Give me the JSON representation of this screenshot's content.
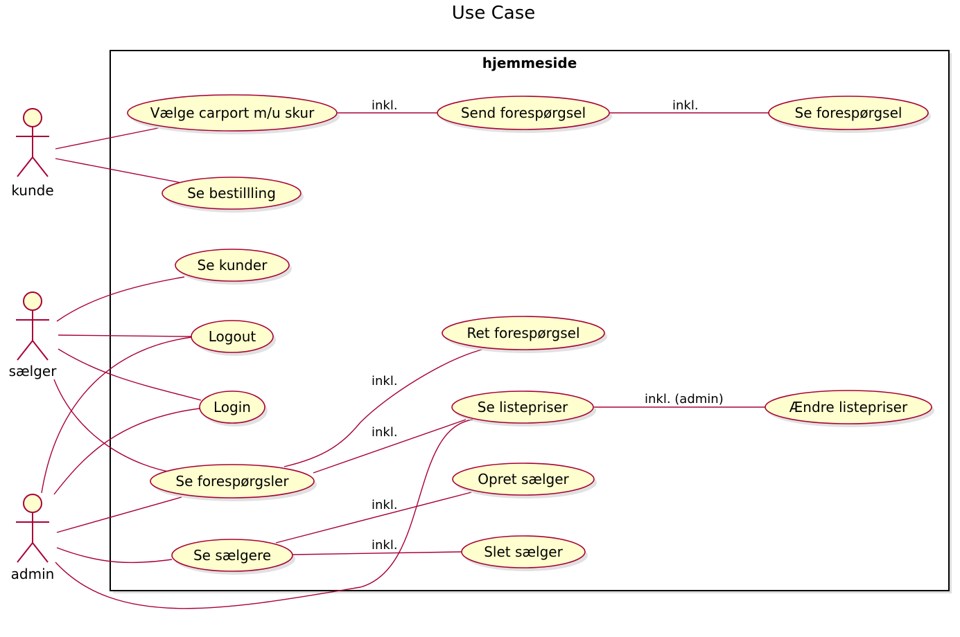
{
  "diagram": {
    "title": "Use Case",
    "system": {
      "title": "hjemmeside"
    },
    "colors": {
      "stroke": "#A80036",
      "fill": "#FEFECE",
      "border": "#000000",
      "background": "#FFFFFF"
    },
    "actors": [
      {
        "id": "kunde",
        "label": "kunde"
      },
      {
        "id": "saelger",
        "label": "sælger"
      },
      {
        "id": "admin",
        "label": "admin"
      }
    ],
    "usecases": [
      {
        "id": "vaelge",
        "label": "Vælge carport m/u skur"
      },
      {
        "id": "send",
        "label": "Send forespørgsel"
      },
      {
        "id": "seforesp",
        "label": "Se forespørgsel"
      },
      {
        "id": "bestilling",
        "label": "Se bestillling"
      },
      {
        "id": "kunder",
        "label": "Se kunder"
      },
      {
        "id": "logout",
        "label": "Logout"
      },
      {
        "id": "ret",
        "label": "Ret forespørgsel"
      },
      {
        "id": "login",
        "label": "Login"
      },
      {
        "id": "listepriser",
        "label": "Se listepriser"
      },
      {
        "id": "aendre",
        "label": "Ændre listepriser"
      },
      {
        "id": "seforesps",
        "label": "Se forespørgsler"
      },
      {
        "id": "opret",
        "label": "Opret sælger"
      },
      {
        "id": "saelgere",
        "label": "Se sælgere"
      },
      {
        "id": "slet",
        "label": "Slet sælger"
      }
    ],
    "relations": [
      {
        "from": "kunde",
        "to": "vaelge",
        "label": ""
      },
      {
        "from": "kunde",
        "to": "bestilling",
        "label": ""
      },
      {
        "from": "vaelge",
        "to": "send",
        "label": "inkl."
      },
      {
        "from": "send",
        "to": "seforesp",
        "label": "inkl."
      },
      {
        "from": "saelger",
        "to": "kunder",
        "label": ""
      },
      {
        "from": "saelger",
        "to": "logout",
        "label": ""
      },
      {
        "from": "saelger",
        "to": "login",
        "label": ""
      },
      {
        "from": "saelger",
        "to": "seforesps",
        "label": ""
      },
      {
        "from": "admin",
        "to": "logout",
        "label": ""
      },
      {
        "from": "admin",
        "to": "login",
        "label": ""
      },
      {
        "from": "admin",
        "to": "seforesps",
        "label": ""
      },
      {
        "from": "admin",
        "to": "saelgere",
        "label": ""
      },
      {
        "from": "admin",
        "to": "listepriser",
        "label": ""
      },
      {
        "from": "seforesps",
        "to": "ret",
        "label": "inkl."
      },
      {
        "from": "seforesps",
        "to": "listepriser",
        "label": "inkl."
      },
      {
        "from": "listepriser",
        "to": "aendre",
        "label": "inkl. (admin)"
      },
      {
        "from": "saelgere",
        "to": "opret",
        "label": "inkl."
      },
      {
        "from": "saelgere",
        "to": "slet",
        "label": "inkl."
      }
    ]
  }
}
